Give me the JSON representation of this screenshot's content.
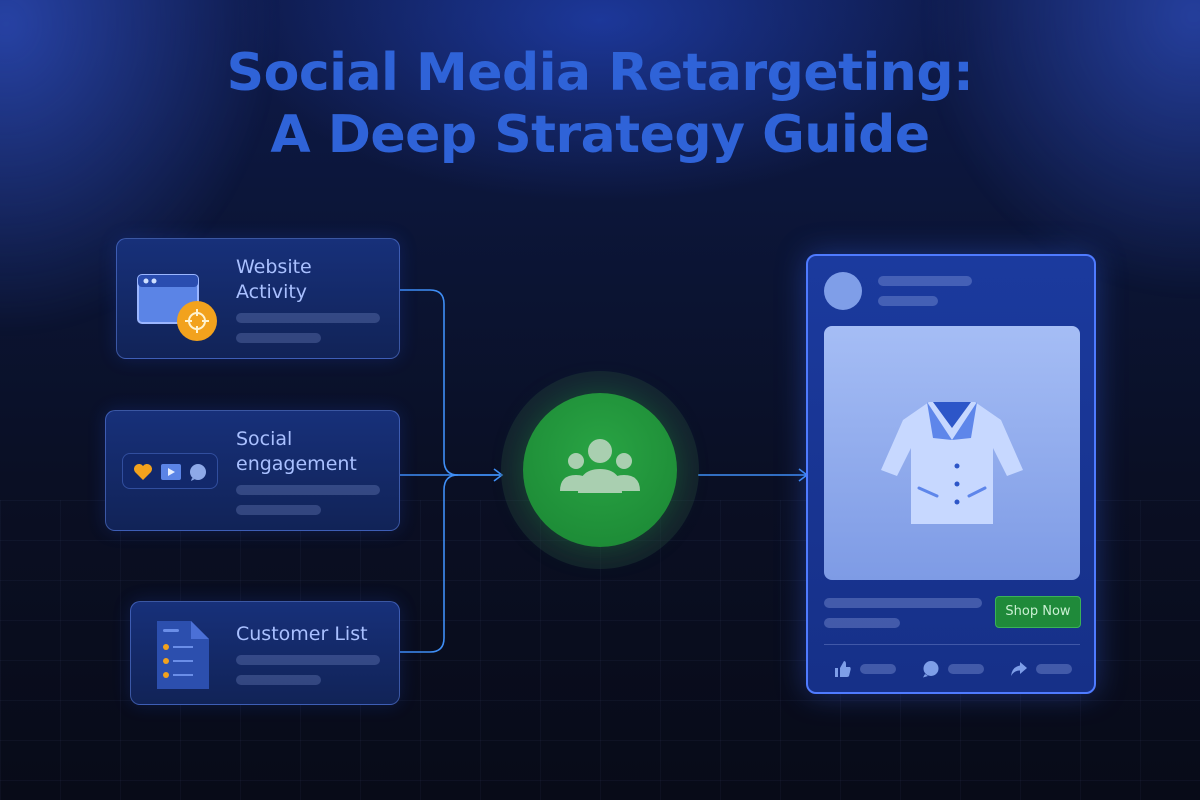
{
  "title": {
    "line1": "Social Media Retargeting:",
    "line2": "A Deep Strategy Guide"
  },
  "sources": [
    {
      "label_line1": "Website",
      "label_line2": "Activity",
      "icon": "browser-window-target-icon"
    },
    {
      "label_line1": "Social",
      "label_line2": "engagement",
      "icon": "engagement-icons"
    },
    {
      "label_line1": "Customer List",
      "label_line2": "",
      "icon": "customer-list-document-icon"
    }
  ],
  "center_node": {
    "icon": "audience-group-icon"
  },
  "ad_post": {
    "image_icon": "jacket-icon",
    "cta_label": "Shop Now",
    "actions": [
      "like-icon",
      "comment-icon",
      "share-icon"
    ]
  },
  "colors": {
    "title": "#2f63d8",
    "card_border": "#6e96ff",
    "node_green": "#1f9a3d",
    "post_border": "#4f7bff",
    "accent_orange": "#f2a21d",
    "connector": "#3f8ef5"
  }
}
